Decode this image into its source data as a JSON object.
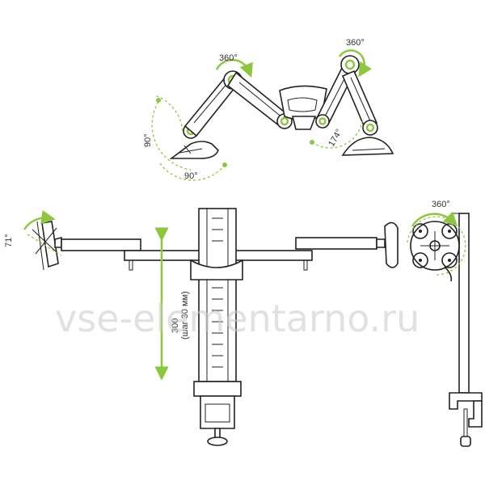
{
  "top_view": {
    "angle_left_rotation": "360°",
    "angle_right_rotation": "360°",
    "angle_tilt": "90°",
    "angle_swing": "90°",
    "angle_elbow": "174°"
  },
  "front_view": {
    "angle_tilt": "71°",
    "height_value": "300",
    "height_step": "(шаг 30 мм)"
  },
  "side_view": {
    "angle_rotation": "360°"
  },
  "watermark": "vse-elementarno.ru",
  "colors": {
    "accent": "#8dc63f",
    "line": "#222222",
    "watermark": "#c8c8c8"
  }
}
